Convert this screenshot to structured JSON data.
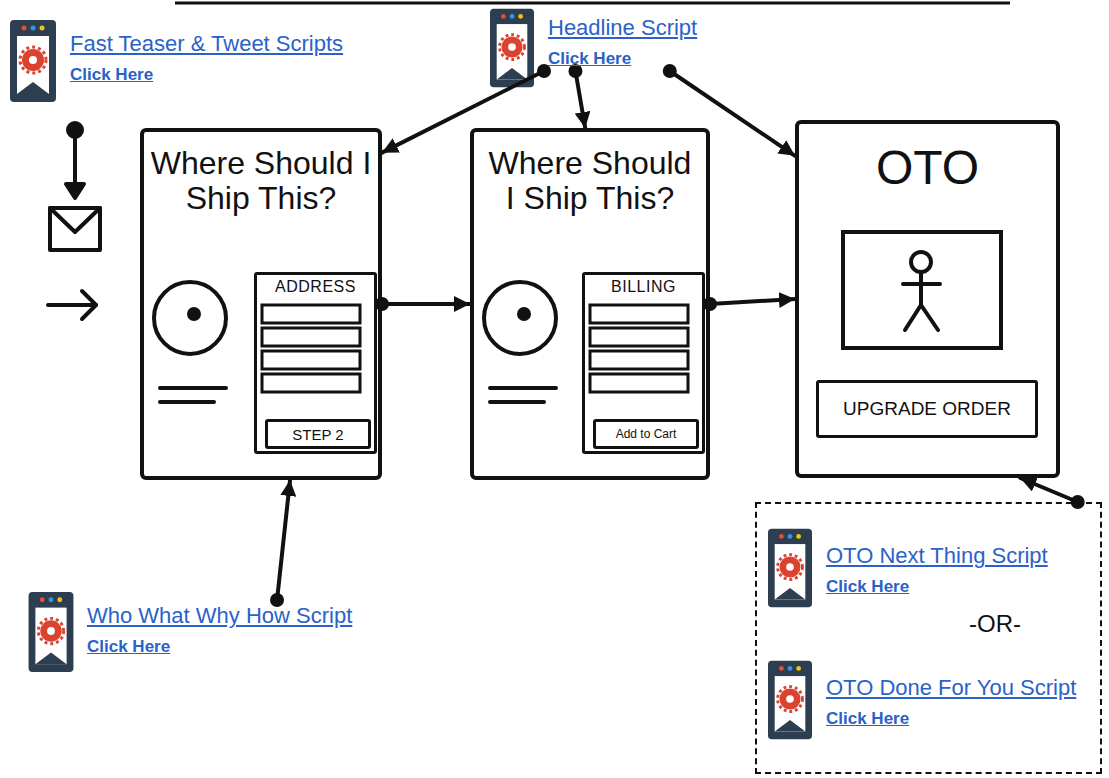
{
  "diagram": {
    "nodes": [
      {
        "text": [
          "Fast Teaser & Tweet Scripts",
          "Click Here"
        ]
      },
      {
        "text": [
          "Headline Script",
          "Click Here"
        ]
      },
      {
        "text": [
          "Where Should I Ship This?"
        ]
      },
      {
        "text": [
          "ADDRESS"
        ],
        "in": 2
      },
      {
        "text": [
          "STEP 2"
        ],
        "in": 3
      },
      {
        "text": [
          "Where Should I Ship This?"
        ]
      },
      {
        "text": [
          "BILLING"
        ],
        "in": 5
      },
      {
        "text": [
          "Add to Cart"
        ],
        "in": 6
      },
      {
        "text": [
          "OTO"
        ]
      },
      {
        "text": [
          "UPGRADE ORDER"
        ],
        "in": 8
      },
      {
        "text": [
          "Who What Why How Script",
          "Click Here"
        ]
      },
      {
        "text": [
          "-OR-"
        ]
      },
      {
        "text": [
          "OTO Next Thing Script",
          "Click Here"
        ],
        "in": 11
      },
      {
        "text": [
          "OTO Done For You Script",
          "Click Here"
        ],
        "in": 11
      }
    ],
    "edges": [
      {
        "from": 1,
        "to": 2,
        "arrow": "to"
      },
      {
        "from": 1,
        "to": 5,
        "arrow": "to"
      },
      {
        "from": 1,
        "to": 8,
        "arrow": "to"
      },
      {
        "from": 2,
        "to": 5,
        "arrow": "to"
      },
      {
        "from": 5,
        "to": 8,
        "arrow": "to"
      },
      {
        "from": 10,
        "to": 2,
        "arrow": "to"
      },
      {
        "from": 11,
        "to": 8,
        "arrow": "to"
      }
    ]
  }
}
